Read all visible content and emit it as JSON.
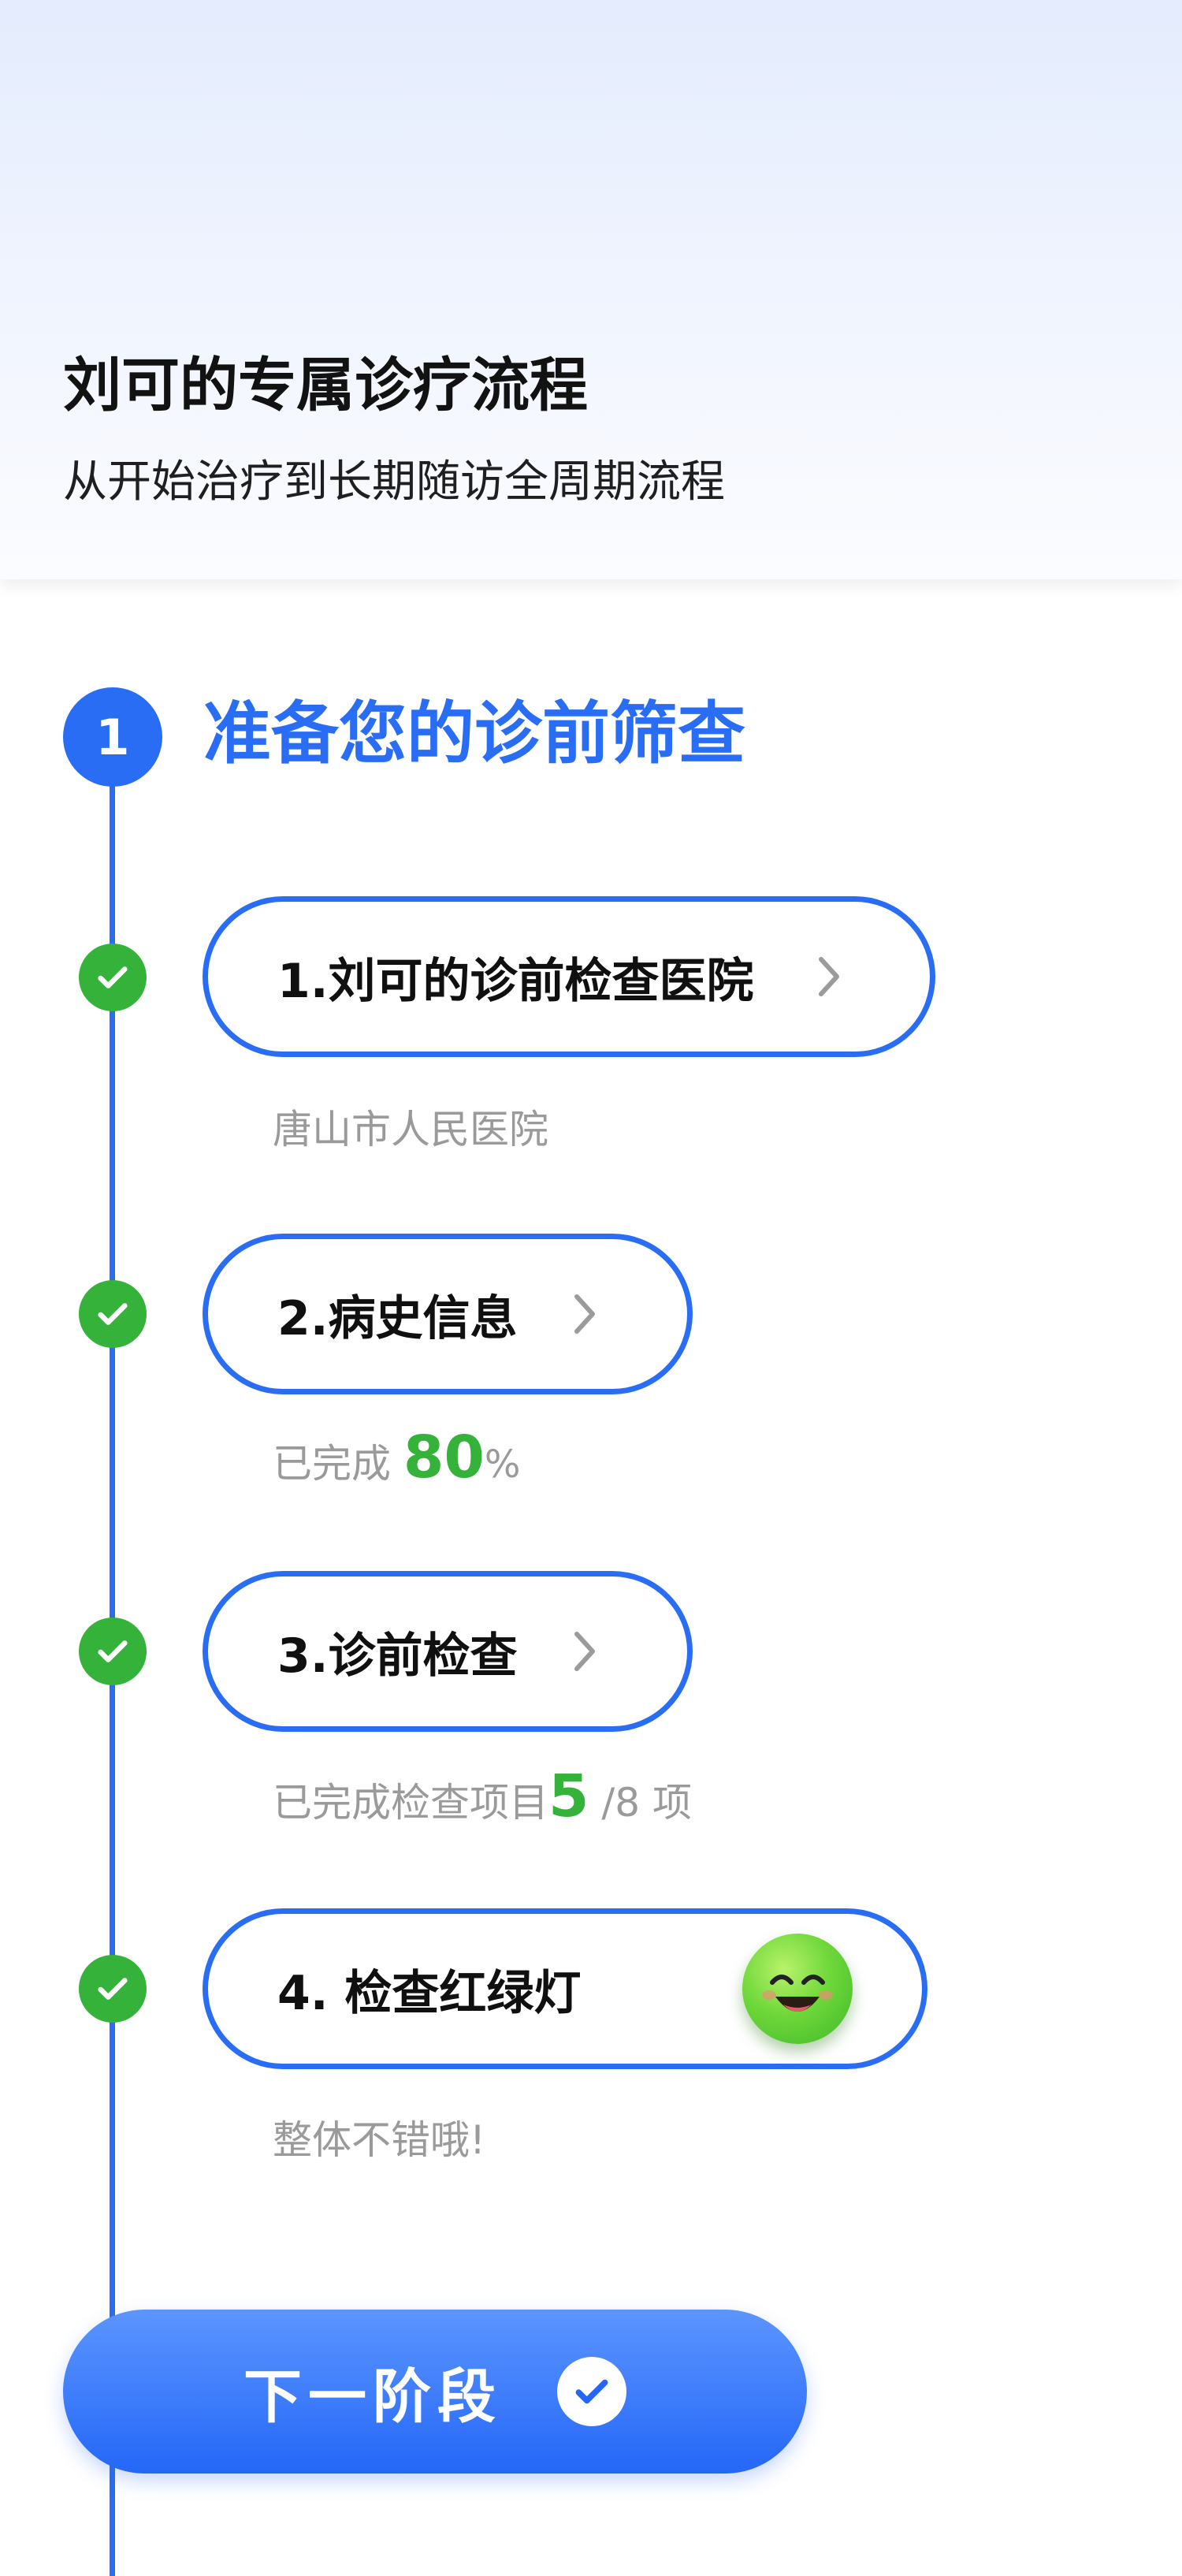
{
  "header": {
    "title": "刘可的专属诊疗流程",
    "subtitle": "从开始治疗到长期随访全周期流程"
  },
  "stage": {
    "number": "1",
    "title": "准备您的诊前筛查"
  },
  "steps": [
    {
      "label": "1.刘可的诊前检查医院",
      "sub": "唐山市人民医院",
      "status": "completed"
    },
    {
      "label": "2.病史信息",
      "sub_prefix": "已完成 ",
      "sub_value": "80",
      "sub_suffix": "%",
      "status": "completed"
    },
    {
      "label": "3.诊前检查",
      "sub_prefix": "已完成检查项目",
      "sub_value": "5",
      "sub_suffix": " /8 项",
      "status": "completed"
    },
    {
      "label": "4. 检查红绿灯",
      "sub": "整体不错哦!",
      "status": "completed",
      "indicator_icon": "smiley-face-icon"
    }
  ],
  "next_button": {
    "label": "下一阶段"
  },
  "colors": {
    "accent": "#2a6df5",
    "success": "#34b23a",
    "muted_text": "#9a9a9a"
  }
}
